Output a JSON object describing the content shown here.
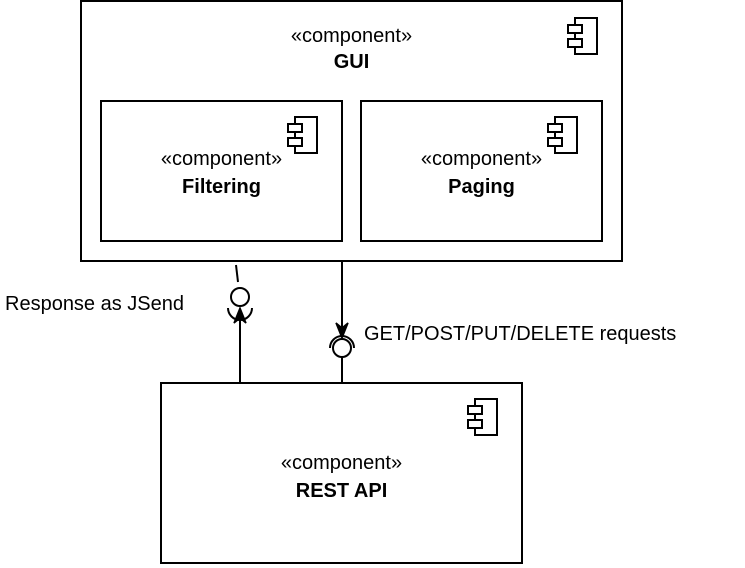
{
  "components": {
    "gui": {
      "stereotype": "«component»",
      "name": "GUI"
    },
    "filtering": {
      "stereotype": "«component»",
      "name": "Filtering"
    },
    "paging": {
      "stereotype": "«component»",
      "name": "Paging"
    },
    "rest_api": {
      "stereotype": "«component»",
      "name": "REST API"
    }
  },
  "interfaces": {
    "response": {
      "label": "Response as JSend"
    },
    "requests": {
      "label": "GET/POST/PUT/DELETE requests"
    }
  }
}
